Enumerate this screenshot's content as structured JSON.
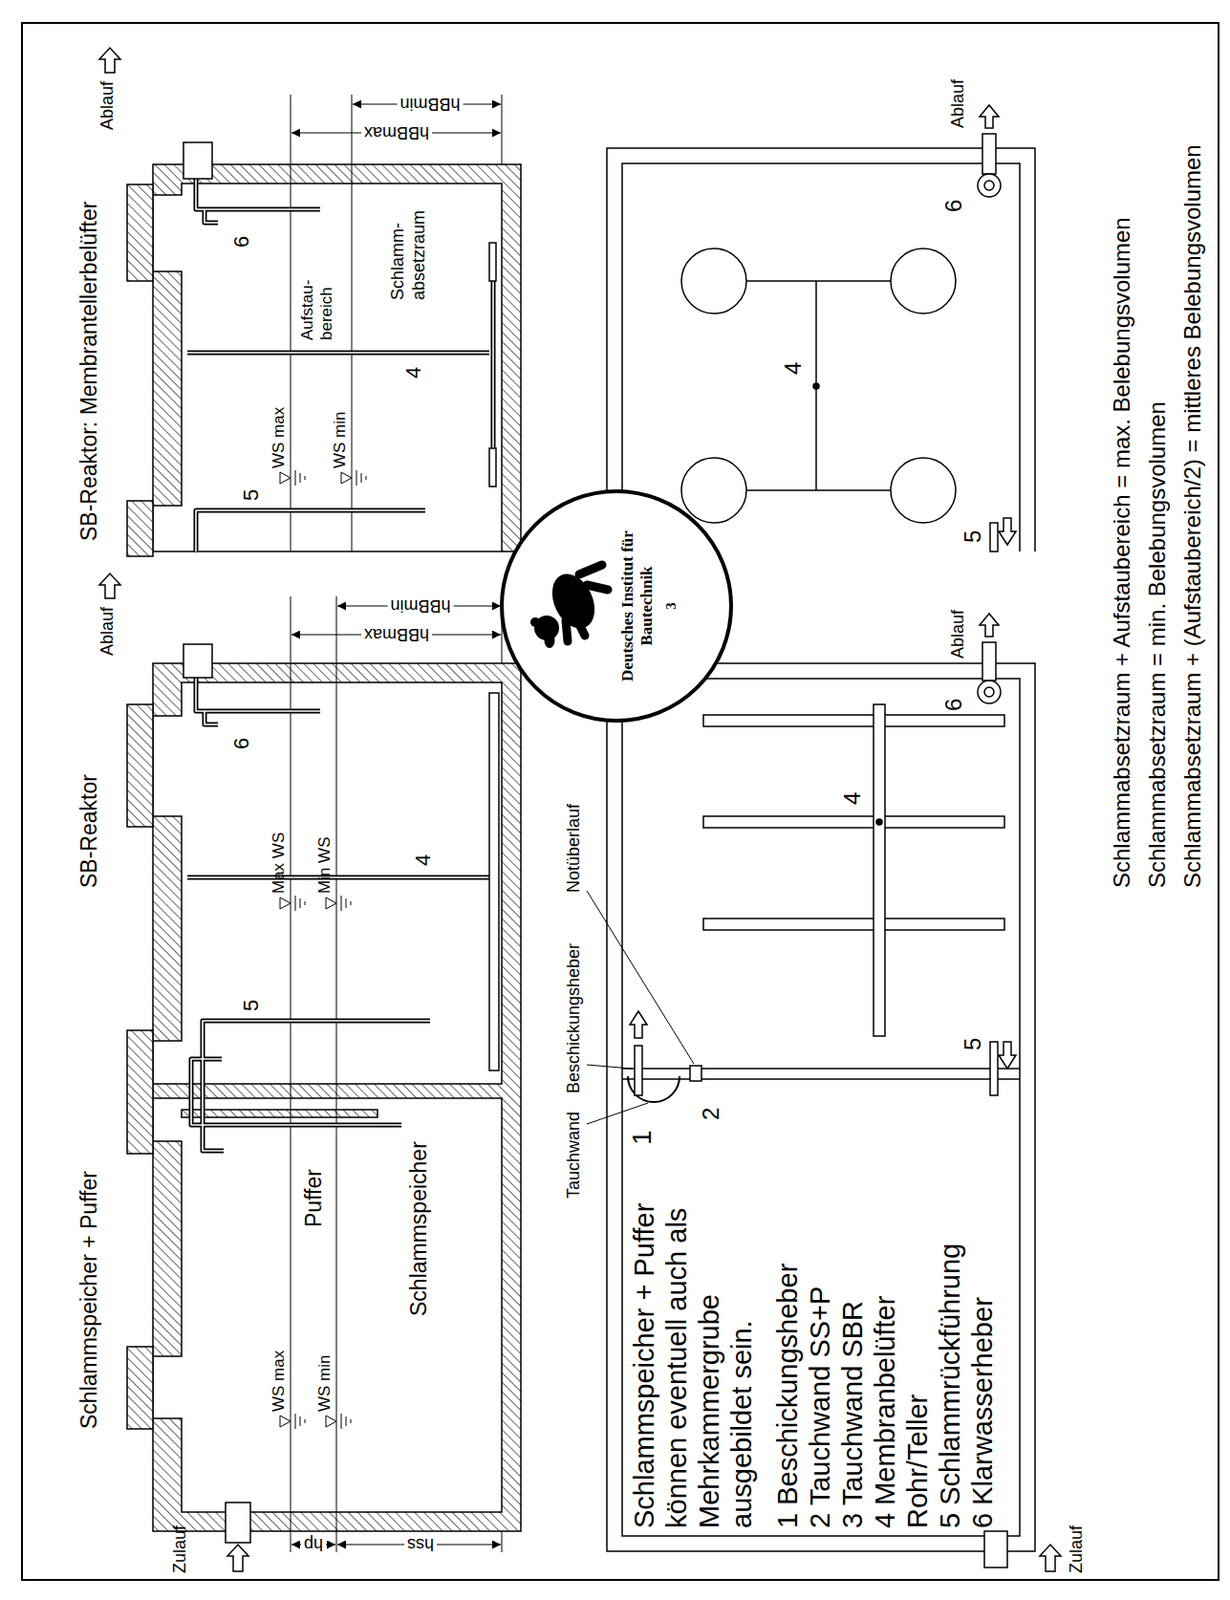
{
  "diagram": {
    "nodes": [
      {
        "text": [
          "Schlammspeicher + Puffer",
          "Puffer",
          "Schlammspeicher"
        ]
      },
      {
        "text": [
          "SB-Reaktor"
        ]
      },
      {
        "text": [
          "SB-Reaktor: Membrantellerbelüfter",
          "Aufstau- bereich",
          "Schlamm- absetzraum"
        ]
      },
      {
        "text": [
          "Schlammspeicher + Puffer können eventuell auch als Mehrkammergrube ausgebildet sein.",
          "1 Beschickungsheber",
          "2 Tauchwand SS+P",
          "3 Tauchwand SBR",
          "4 Membranbelüfter Rohr/Teller",
          "5 Schlammrückführung",
          "6 Klarwasserheber"
        ]
      },
      {
        "text": [
          "Deutsches Institut für Bautechnik",
          "3"
        ]
      }
    ],
    "labels": [
      "Zulauf",
      "hp",
      "hss",
      "WS max",
      "WS min",
      "5",
      "Max WS",
      "Min WS",
      "4",
      "6",
      "Ablauf",
      "hBBmax",
      "hBBmin",
      "5",
      "WS max",
      "WS min",
      "4",
      "6",
      "Ablauf",
      "hBBmax",
      "hBBmin",
      "Zulauf",
      "Tauchwand",
      "Beschickungsheber",
      "Notüberlauf",
      "1",
      "2",
      "5",
      "4",
      "6",
      "Ablauf",
      "5",
      "4",
      "6",
      "Ablauf",
      "Schlammabsetzraum + Aufstaubereich = max. Belebungsvolumen",
      "Schlammabsetzraum = min. Belebungsvolumen",
      "Schlammabsetzraum + (Aufstaubereich/2) = mittleres Belebungsvolumen"
    ]
  }
}
